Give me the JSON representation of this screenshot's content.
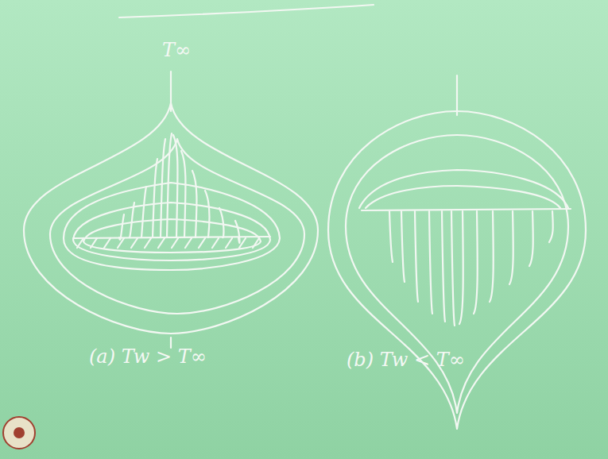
{
  "diagram": {
    "labels": [
      "T∞",
      "(a) Tw > T∞",
      "(b) Tw < T∞"
    ]
  }
}
